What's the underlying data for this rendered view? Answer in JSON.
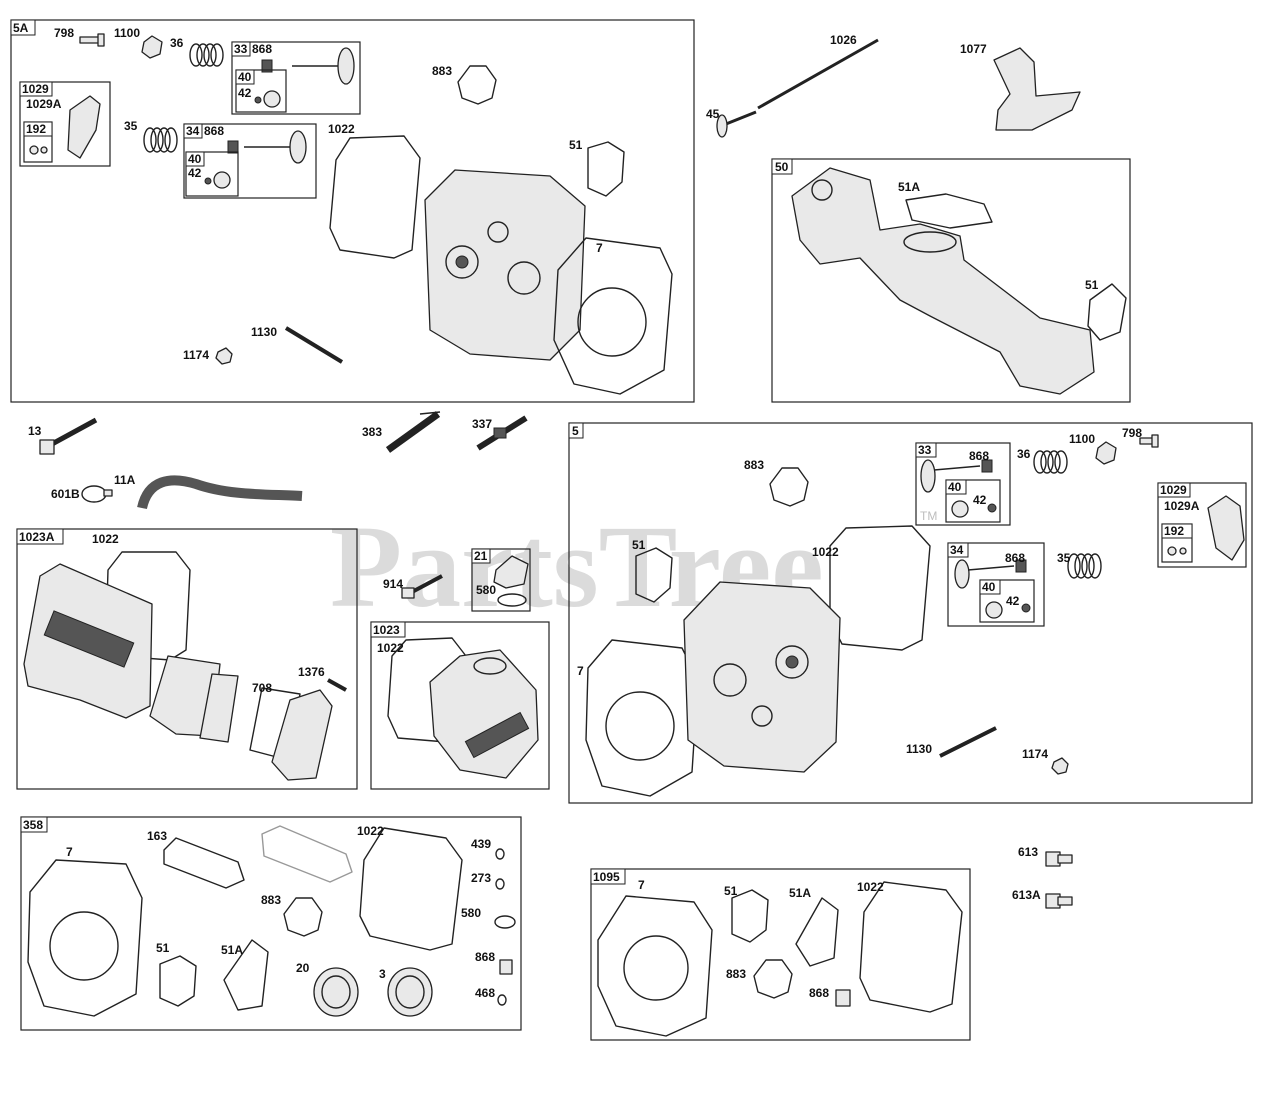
{
  "watermark": {
    "text": "PartsTree",
    "tm": "TM"
  },
  "groups": {
    "g5A": "5A",
    "g1029a": "1029",
    "g192a": "192",
    "g33a": "33",
    "g40a": "40",
    "g34a": "34",
    "g40b": "40",
    "g50": "50",
    "g5": "5",
    "g33b": "33",
    "g40c": "40",
    "g34b": "34",
    "g40d": "40",
    "g1029b": "1029",
    "g192b": "192",
    "g1023A": "1023A",
    "g21": "21",
    "g1023": "1023",
    "g358": "358",
    "g1095": "1095"
  },
  "callouts": {
    "a798": "798",
    "a1100": "1100",
    "a36": "36",
    "a868a": "868",
    "a42a": "42",
    "a1029A": "1029A",
    "a35": "35",
    "a868b": "868",
    "a42b": "42",
    "a883a": "883",
    "a1022a": "1022",
    "a51a": "51",
    "a7a": "7",
    "a1130a": "1130",
    "a1174a": "1174",
    "b1026": "1026",
    "b1077": "1077",
    "b45": "45",
    "b51A": "51A",
    "b51": "51",
    "c13": "13",
    "c383": "383",
    "c337": "337",
    "c601B": "601B",
    "c11A": "11A",
    "d883": "883",
    "d868a": "868",
    "d36": "36",
    "d1100": "1100",
    "d798": "798",
    "d42a": "42",
    "d1029A": "1029A",
    "d51": "51",
    "d1022": "1022",
    "d868b": "868",
    "d35": "35",
    "d42b": "42",
    "d7": "7",
    "d1130": "1130",
    "d1174": "1174",
    "e1022": "1022",
    "e708": "708",
    "e1376": "1376",
    "e914": "914",
    "e580": "580",
    "e1022b": "1022",
    "f7": "7",
    "f163": "163",
    "f1022": "1022",
    "f439": "439",
    "f273": "273",
    "f580": "580",
    "f883": "883",
    "f51": "51",
    "f51A": "51A",
    "f20": "20",
    "f3": "3",
    "f868": "868",
    "f468": "468",
    "h613": "613",
    "h613A": "613A",
    "i7": "7",
    "i51": "51",
    "i51A": "51A",
    "i1022": "1022",
    "i883": "883",
    "i868": "868"
  }
}
